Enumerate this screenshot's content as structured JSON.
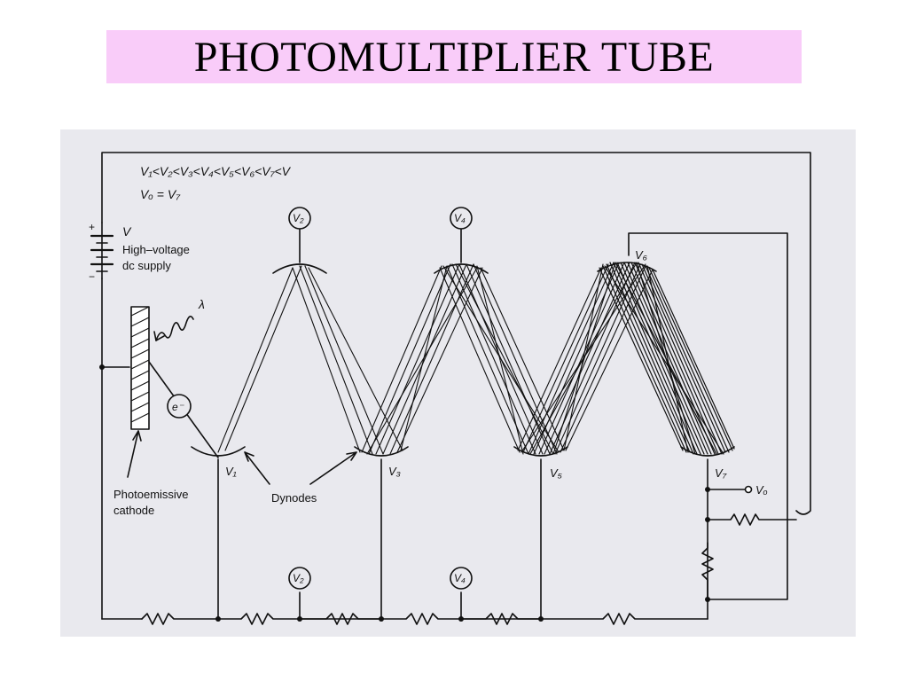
{
  "title": "PHOTOMULTIPLIER TUBE",
  "colors": {
    "title_bg": "#f9ccf9",
    "figure_bg": "#e9e9ee",
    "ink": "#111111"
  },
  "diagram": {
    "inequality": "V₁<V₂<V₃<V₄<V₅<V₆<V₇<V",
    "output_eq": "Vₒ = V₇",
    "supply_v": "V",
    "supply_label_1": "High–voltage",
    "supply_label_2": "dc supply",
    "plus_sign": "+",
    "minus_sign": "−",
    "lambda": "λ",
    "electron": "e⁻",
    "cathode_label_1": "Photoemissive",
    "cathode_label_2": "cathode",
    "dynodes_label": "Dynodes",
    "dynode_labels": [
      "V₁",
      "V₂",
      "V₃",
      "V₄",
      "V₅",
      "V₆",
      "V₇"
    ],
    "circle_v2": "V₂",
    "circle_v4": "V₄",
    "output_label": "Vₒ"
  }
}
